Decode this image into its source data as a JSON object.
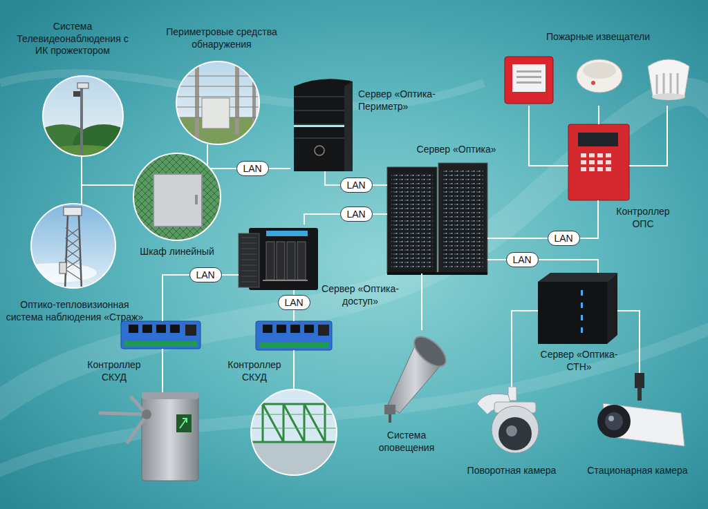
{
  "diagram": {
    "nodes": [
      {
        "text": [
          "Система Телевидеонаблюдения с ИК прожектором"
        ]
      },
      {
        "text": [
          "Периметровые средства обнаружения"
        ]
      },
      {
        "text": [
          "Сервер «Оптика-Периметр»"
        ]
      },
      {
        "text": [
          "Пожарные извещатели"
        ]
      },
      {
        "text": [
          "Сервер «Оптика»"
        ]
      },
      {
        "text": [
          "Шкаф линейный"
        ]
      },
      {
        "text": [
          "Контроллер ОПС"
        ]
      },
      {
        "text": [
          "Оптико-тепловизионная система наблюдения «Страж»"
        ]
      },
      {
        "text": [
          "Сервер «Оптика-доступ»"
        ]
      },
      {
        "text": [
          "Контроллер СКУД"
        ]
      },
      {
        "text": [
          "Контроллер СКУД"
        ]
      },
      {
        "text": [
          "Сервер «Оптика-СТН»"
        ]
      },
      {
        "text": [
          "Система оповещения"
        ]
      },
      {
        "text": [
          "Поворотная камера"
        ]
      },
      {
        "text": [
          "Стационарная камера"
        ]
      }
    ],
    "edges": [
      {
        "from": 5,
        "to": 2,
        "label": "LAN",
        "arrow": "none"
      },
      {
        "from": 2,
        "to": 4,
        "label": "LAN",
        "arrow": "none"
      },
      {
        "from": 8,
        "to": 4,
        "label": "LAN",
        "arrow": "none"
      },
      {
        "from": 6,
        "to": 4,
        "label": "LAN",
        "arrow": "none"
      },
      {
        "from": 11,
        "to": 4,
        "label": "LAN",
        "arrow": "none"
      },
      {
        "from": 8,
        "to": 9,
        "label": "LAN",
        "arrow": "none"
      },
      {
        "from": 8,
        "to": 10,
        "label": "LAN",
        "arrow": "none"
      },
      {
        "from": 0,
        "to": 5,
        "arrow": "none"
      },
      {
        "from": 1,
        "to": 5,
        "arrow": "none"
      },
      {
        "from": 7,
        "to": 5,
        "arrow": "none"
      },
      {
        "from": 3,
        "to": 6,
        "arrow": "none"
      },
      {
        "from": 3,
        "to": 6,
        "arrow": "none"
      },
      {
        "from": 3,
        "to": 6,
        "arrow": "none"
      },
      {
        "from": 4,
        "to": 12,
        "arrow": "none"
      },
      {
        "from": 11,
        "to": 13,
        "arrow": "none"
      },
      {
        "from": 11,
        "to": 14,
        "arrow": "none"
      }
    ]
  }
}
